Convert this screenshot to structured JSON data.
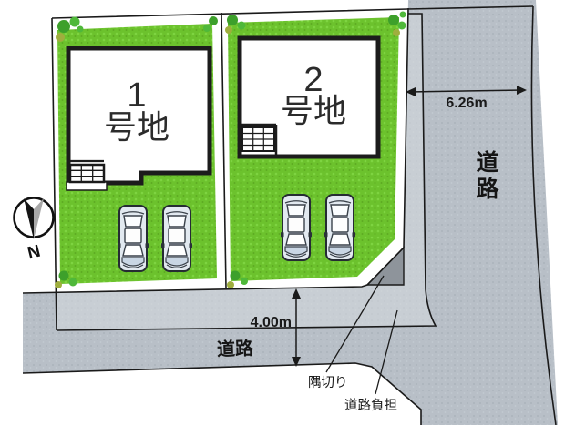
{
  "diagram": {
    "lots": [
      {
        "number": "1",
        "suffix": "号地"
      },
      {
        "number": "2",
        "suffix": "号地"
      }
    ],
    "roads": {
      "right": {
        "label": "道路",
        "width": "6.26m"
      },
      "bottom": {
        "label": "道路",
        "width": "4.00m"
      }
    },
    "annotations": {
      "corner_cut": "隅切り",
      "road_burden": "道路負担"
    },
    "compass": {
      "label": "N"
    },
    "colors": {
      "grass": "#6cc22d",
      "road": "#b8bfc7",
      "road_burden": "#d5dade",
      "corner_cut": "#8e949b",
      "outline": "#1a1a1a"
    }
  }
}
